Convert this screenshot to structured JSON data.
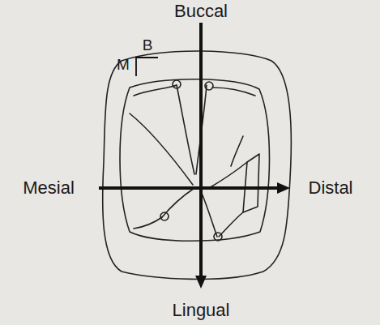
{
  "diagram": {
    "labels": [
      "Buccal",
      "B",
      "M",
      "Mesial",
      "Distal",
      "Lingual"
    ]
  }
}
